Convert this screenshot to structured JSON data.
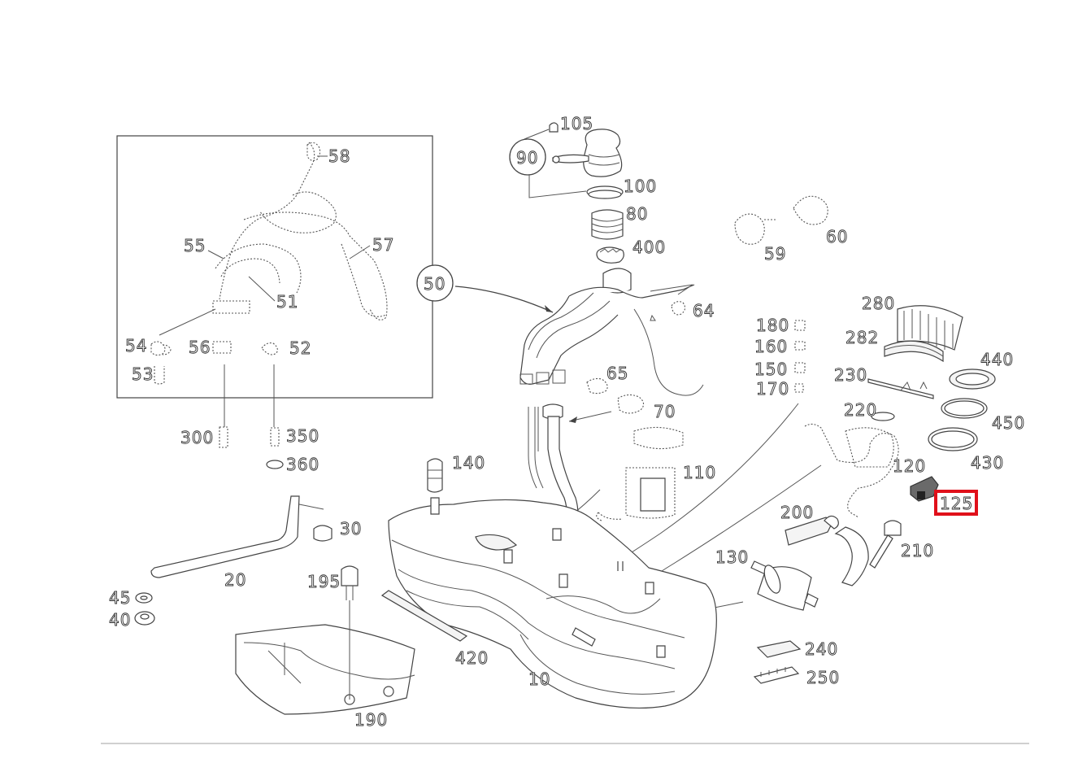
{
  "labels": {
    "p10": "10",
    "p20": "20",
    "p30": "30",
    "p40": "40",
    "p45": "45",
    "p50": "50",
    "p51": "51",
    "p52": "52",
    "p53": "53",
    "p54": "54",
    "p55": "55",
    "p56": "56",
    "p57": "57",
    "p58": "58",
    "p59": "59",
    "p60": "60",
    "p64": "64",
    "p65": "65",
    "p70": "70",
    "p80": "80",
    "p90": "90",
    "p100": "100",
    "p105": "105",
    "p110": "110",
    "p120": "120",
    "p125": "125",
    "p130": "130",
    "p140": "140",
    "p150": "150",
    "p160": "160",
    "p170": "170",
    "p180": "180",
    "p190": "190",
    "p195": "195",
    "p200": "200",
    "p210": "210",
    "p220": "220",
    "p230": "230",
    "p240": "240",
    "p250": "250",
    "p280": "280",
    "p282": "282",
    "p300": "300",
    "p350": "350",
    "p360": "360",
    "p400": "400",
    "p420": "420",
    "p430": "430",
    "p440": "440",
    "p450": "450"
  },
  "highlight": {
    "part": "125",
    "color": "#e0101a"
  }
}
